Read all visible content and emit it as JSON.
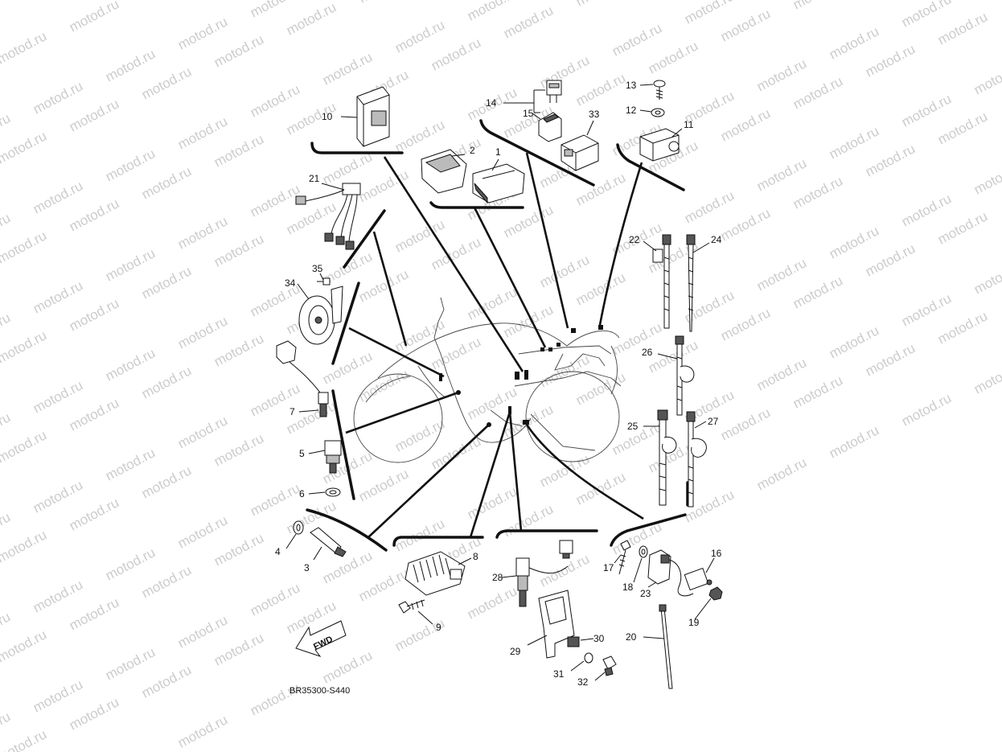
{
  "diagram_code": "BR35300-S440",
  "fwd_label": "FWD",
  "watermark_text": "motod.ru",
  "callouts": [
    {
      "id": "c1",
      "label": "1"
    },
    {
      "id": "c2",
      "label": "2"
    },
    {
      "id": "c3",
      "label": "3"
    },
    {
      "id": "c4",
      "label": "4"
    },
    {
      "id": "c5",
      "label": "5"
    },
    {
      "id": "c6",
      "label": "6"
    },
    {
      "id": "c7",
      "label": "7"
    },
    {
      "id": "c8",
      "label": "8"
    },
    {
      "id": "c9",
      "label": "9"
    },
    {
      "id": "c10",
      "label": "10"
    },
    {
      "id": "c11",
      "label": "11"
    },
    {
      "id": "c12",
      "label": "12"
    },
    {
      "id": "c13",
      "label": "13"
    },
    {
      "id": "c14",
      "label": "14"
    },
    {
      "id": "c15",
      "label": "15"
    },
    {
      "id": "c16",
      "label": "16"
    },
    {
      "id": "c17",
      "label": "17"
    },
    {
      "id": "c18",
      "label": "18"
    },
    {
      "id": "c19",
      "label": "19"
    },
    {
      "id": "c20",
      "label": "20"
    },
    {
      "id": "c21",
      "label": "21"
    },
    {
      "id": "c22",
      "label": "22"
    },
    {
      "id": "c23",
      "label": "23"
    },
    {
      "id": "c24",
      "label": "24"
    },
    {
      "id": "c25",
      "label": "25"
    },
    {
      "id": "c26",
      "label": "26"
    },
    {
      "id": "c27",
      "label": "27"
    },
    {
      "id": "c28",
      "label": "28"
    },
    {
      "id": "c29",
      "label": "29"
    },
    {
      "id": "c30",
      "label": "30"
    },
    {
      "id": "c31",
      "label": "31"
    },
    {
      "id": "c32",
      "label": "32"
    },
    {
      "id": "c33",
      "label": "33"
    },
    {
      "id": "c34",
      "label": "34"
    },
    {
      "id": "c35",
      "label": "35"
    }
  ]
}
